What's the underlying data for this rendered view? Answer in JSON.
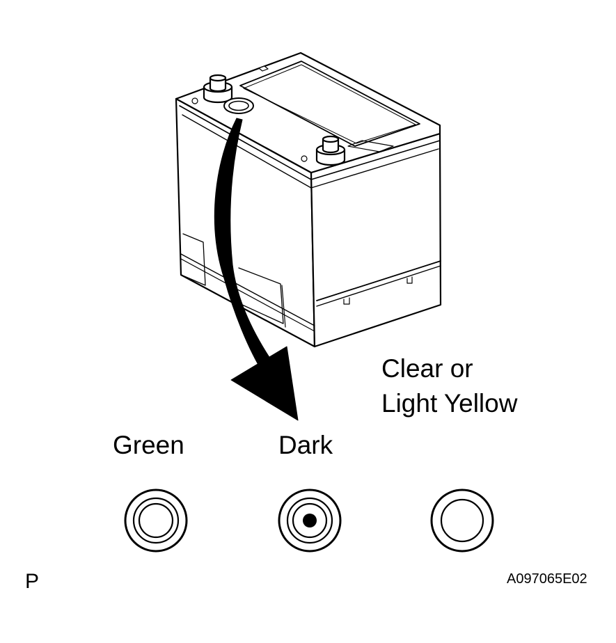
{
  "labels": {
    "clear_line1": "Clear or",
    "clear_line2": "Light Yellow",
    "green": "Green",
    "dark": "Dark",
    "corner_left": "P",
    "figure_code": "A097065E02"
  },
  "indicators": [
    {
      "name": "Green",
      "center": "ring"
    },
    {
      "name": "Dark",
      "center": "filled-dot"
    },
    {
      "name": "Clear or Light Yellow",
      "center": "empty"
    }
  ],
  "colors": {
    "line": "#000000",
    "background": "#ffffff"
  }
}
